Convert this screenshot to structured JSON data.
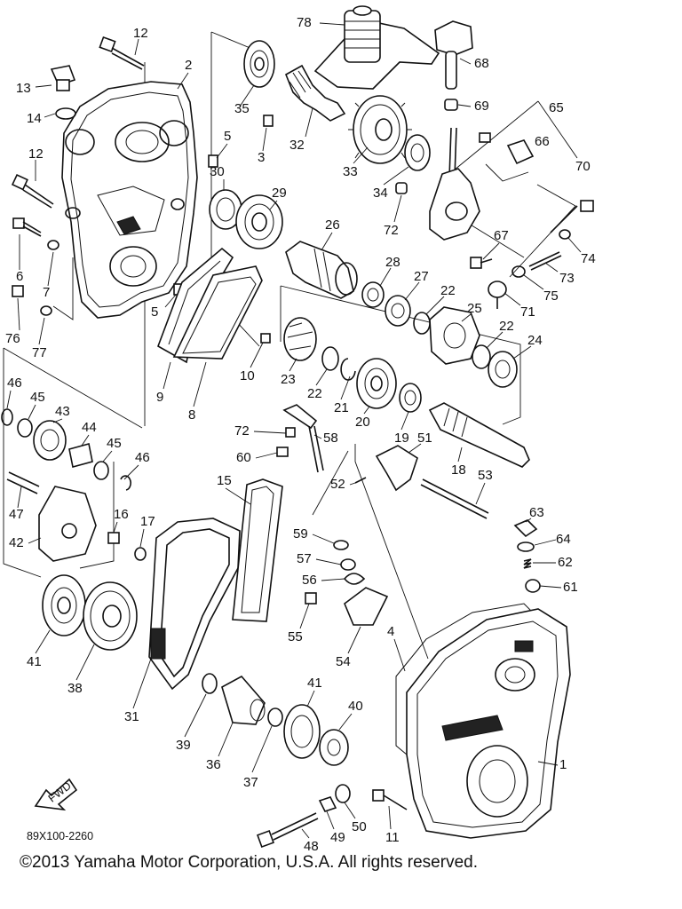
{
  "diagram_code": "89X100-2260",
  "front_marker": "FWD",
  "copyright": "©2013 Yamaha Motor Corporation, U.S.A. All rights reserved.",
  "parts": {
    "p1": "1",
    "p2": "2",
    "p3": "3",
    "p4": "4",
    "p5a": "5",
    "p5b": "5",
    "p6": "6",
    "p7": "7",
    "p8": "8",
    "p9": "9",
    "p10": "10",
    "p11": "11",
    "p12a": "12",
    "p12b": "12",
    "p13": "13",
    "p14": "14",
    "p15": "15",
    "p16": "16",
    "p17": "17",
    "p18": "18",
    "p19": "19",
    "p20": "20",
    "p21": "21",
    "p22a": "22",
    "p22b": "22",
    "p22c": "22",
    "p23": "23",
    "p24": "24",
    "p25": "25",
    "p26": "26",
    "p27": "27",
    "p28": "28",
    "p29": "29",
    "p30": "30",
    "p31": "31",
    "p32": "32",
    "p33": "33",
    "p34": "34",
    "p35": "35",
    "p36": "36",
    "p37": "37",
    "p38": "38",
    "p39": "39",
    "p40": "40",
    "p41a": "41",
    "p41b": "41",
    "p42": "42",
    "p43": "43",
    "p44": "44",
    "p45a": "45",
    "p45b": "45",
    "p46a": "46",
    "p46b": "46",
    "p47": "47",
    "p48": "48",
    "p49": "49",
    "p50": "50",
    "p51": "51",
    "p52": "52",
    "p53": "53",
    "p54": "54",
    "p55": "55",
    "p56": "56",
    "p57": "57",
    "p58": "58",
    "p59": "59",
    "p60": "60",
    "p61": "61",
    "p62": "62",
    "p63": "63",
    "p64": "64",
    "p65": "65",
    "p66": "66",
    "p67": "67",
    "p68": "68",
    "p69": "69",
    "p70": "70",
    "p71": "71",
    "p72a": "72",
    "p72b": "72",
    "p73": "73",
    "p74": "74",
    "p75": "75",
    "p76": "76",
    "p77": "77",
    "p78": "78"
  }
}
